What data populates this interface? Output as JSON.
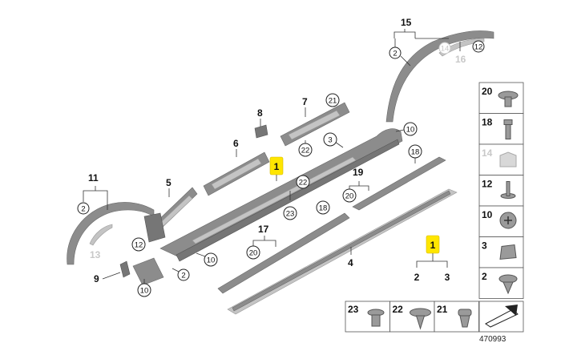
{
  "callouts": {
    "main_highlight": "1",
    "legend_highlight": "1",
    "legend_left": "2",
    "legend_right": "3",
    "p15": "15",
    "p15_c2": "2",
    "p15_c14": "14",
    "p15_16": "16",
    "p15_c12": "12",
    "p8": "8",
    "p7": "7",
    "p7_c21": "21",
    "p7_c22": "22",
    "p6": "6",
    "p5": "5",
    "p11": "11",
    "p11_c2": "2",
    "p13": "13",
    "p12": "12",
    "p9": "9",
    "p9_c10": "10",
    "c2_lower": "2",
    "c10_lower": "10",
    "c3": "3",
    "c10_top": "10",
    "c18_upper": "18",
    "p19": "19",
    "p19_c20": "20",
    "c22_mid": "22",
    "c23_mid": "23",
    "c18_mid": "18",
    "p17": "17",
    "p17_c20": "20",
    "p4": "4"
  },
  "legend_side": [
    {
      "num": "20",
      "icon": "push-rivet-icon",
      "grey": false
    },
    {
      "num": "18",
      "icon": "bolt-icon",
      "grey": false
    },
    {
      "num": "14",
      "icon": "clip-bracket-icon",
      "grey": true
    },
    {
      "num": "12",
      "icon": "pin-clip-icon",
      "grey": false
    },
    {
      "num": "10",
      "icon": "screw-head-icon",
      "grey": false
    },
    {
      "num": "3",
      "icon": "spring-clip-icon",
      "grey": false
    },
    {
      "num": "2",
      "icon": "expanding-rivet-icon",
      "grey": false
    }
  ],
  "legend_bottom": [
    {
      "num": "23",
      "icon": "spreader-rivet-icon"
    },
    {
      "num": "22",
      "icon": "mushroom-clip-icon"
    },
    {
      "num": "21",
      "icon": "plug-clip-icon"
    }
  ],
  "figure_number": "470993"
}
